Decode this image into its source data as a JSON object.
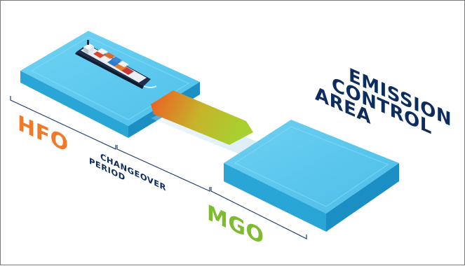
{
  "labels": {
    "hfo": "HFO",
    "changeover_line1": "CHANGEOVER",
    "changeover_line2": "PERIOD",
    "mgo": "MGO",
    "eca_line1": "EMISSION",
    "eca_line2": "CONTROL",
    "eca_line3": "AREA"
  },
  "colors": {
    "hfo": "#f07a2a",
    "mgo": "#7dbb2f",
    "navy": "#0d2d5e",
    "water_top": "#5cc9ee",
    "water_side_left": "#2aa6d6",
    "water_side_right": "#1b8fc4",
    "arrow_start": "#ee5a23",
    "arrow_end": "#a8d02f",
    "bracket_line": "#1f3f73"
  },
  "icons": {
    "vessel": "container-ship-icon"
  }
}
